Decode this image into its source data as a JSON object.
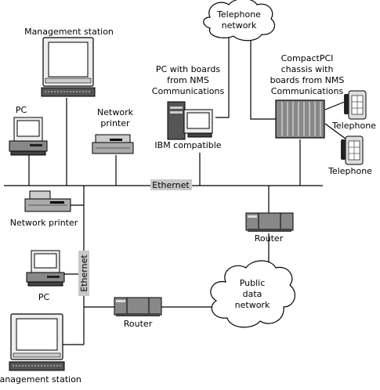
{
  "labels": {
    "management_station_top": "Management station",
    "telephone_network": [
      "Telephone",
      "network"
    ],
    "pc_with_boards": [
      "PC with boards",
      "from NMS",
      "Communications"
    ],
    "compactpci": [
      "CompactPCI",
      "chassis with",
      "boards from NMS",
      "Communications"
    ],
    "pc_top": "PC",
    "network_printer_top": [
      "Network",
      "printer"
    ],
    "ibm_compatible": "IBM compatible",
    "telephone_1": "Telephone",
    "telephone_2": "Telephone",
    "ethernet_horizontal": "Ethernet",
    "network_printer_left": "Network printer",
    "router_right": "Router",
    "ethernet_vertical": "Ethernet",
    "pc_left": "PC",
    "public_data_network": [
      "Public",
      "data",
      "network"
    ],
    "router_bottom": "Router",
    "management_station_bottom": "Management station"
  }
}
